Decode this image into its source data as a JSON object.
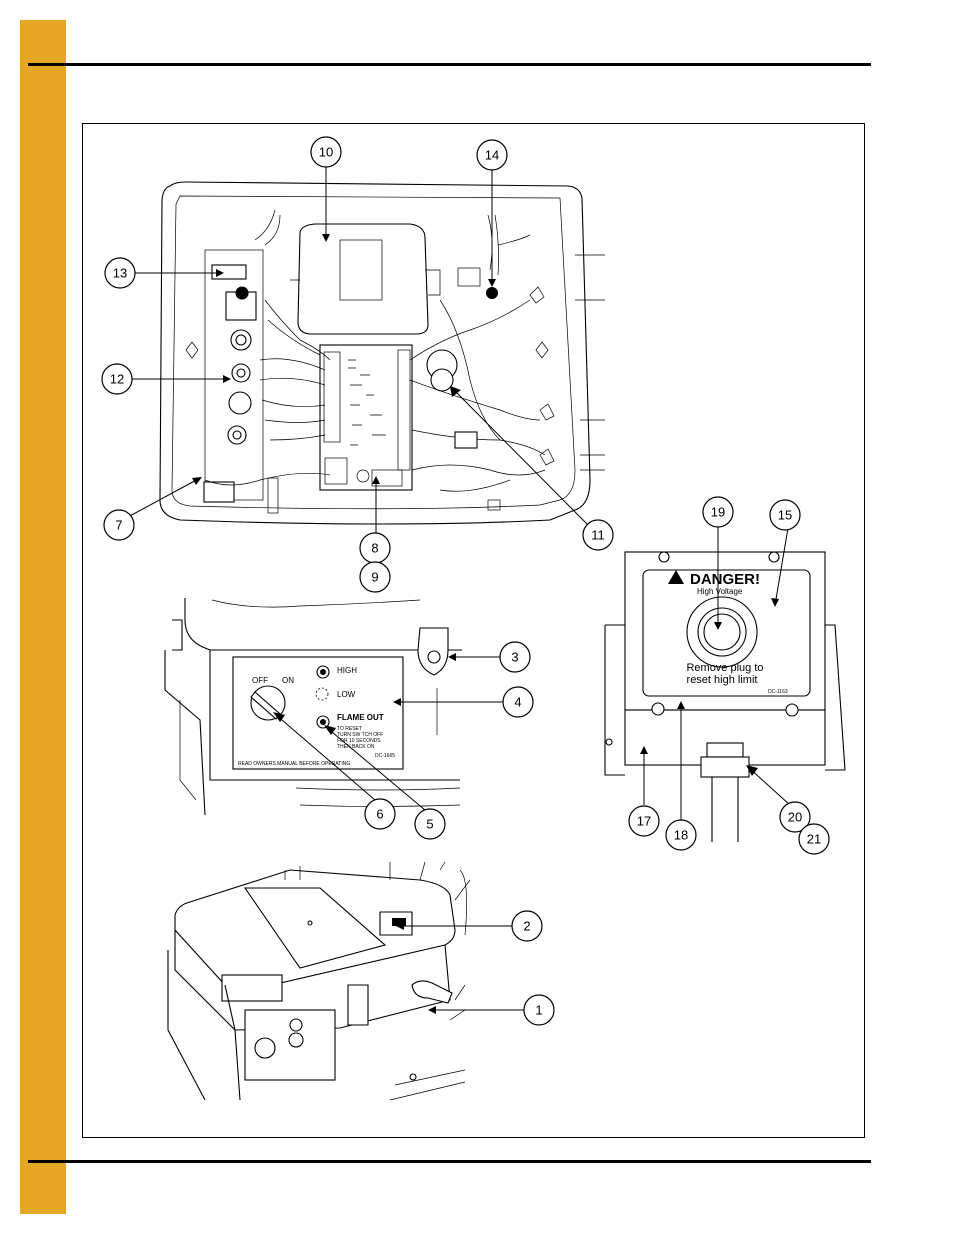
{
  "callouts": [
    {
      "id": "c1",
      "label": "1"
    },
    {
      "id": "c2",
      "label": "2"
    },
    {
      "id": "c3",
      "label": "3"
    },
    {
      "id": "c4",
      "label": "4"
    },
    {
      "id": "c5",
      "label": "5"
    },
    {
      "id": "c6",
      "label": "6"
    },
    {
      "id": "c7",
      "label": "7"
    },
    {
      "id": "c8",
      "label": "8"
    },
    {
      "id": "c9",
      "label": "9"
    },
    {
      "id": "c10",
      "label": "10"
    },
    {
      "id": "c11",
      "label": "11"
    },
    {
      "id": "c12",
      "label": "12"
    },
    {
      "id": "c13",
      "label": "13"
    },
    {
      "id": "c14",
      "label": "14"
    },
    {
      "id": "c15",
      "label": "15"
    },
    {
      "id": "c17",
      "label": "17"
    },
    {
      "id": "c18",
      "label": "18"
    },
    {
      "id": "c19",
      "label": "19"
    },
    {
      "id": "c20",
      "label": "20"
    },
    {
      "id": "c21",
      "label": "21"
    }
  ],
  "control_panel": {
    "off_label": "OFF",
    "on_label": "ON",
    "high_label": "HIGH",
    "low_label": "LOW",
    "flame_out_label": "FLAME OUT",
    "reset_line_1": "TO RESET",
    "reset_line_2": "TURN SW TCH OFF",
    "reset_line_3": "FOR 10 SECONDS",
    "reset_line_4": "THEN BACK ON",
    "manual_notice": "READ OWNERS MANUAL BEFORE OPERATING",
    "decal_code": "DC-1665"
  },
  "danger_decal": {
    "heading": "DANGER!",
    "subheading": "High Voltage",
    "line_1": "Remove plug to",
    "line_2": "reset high limit",
    "decal_code": "DC-1163"
  }
}
